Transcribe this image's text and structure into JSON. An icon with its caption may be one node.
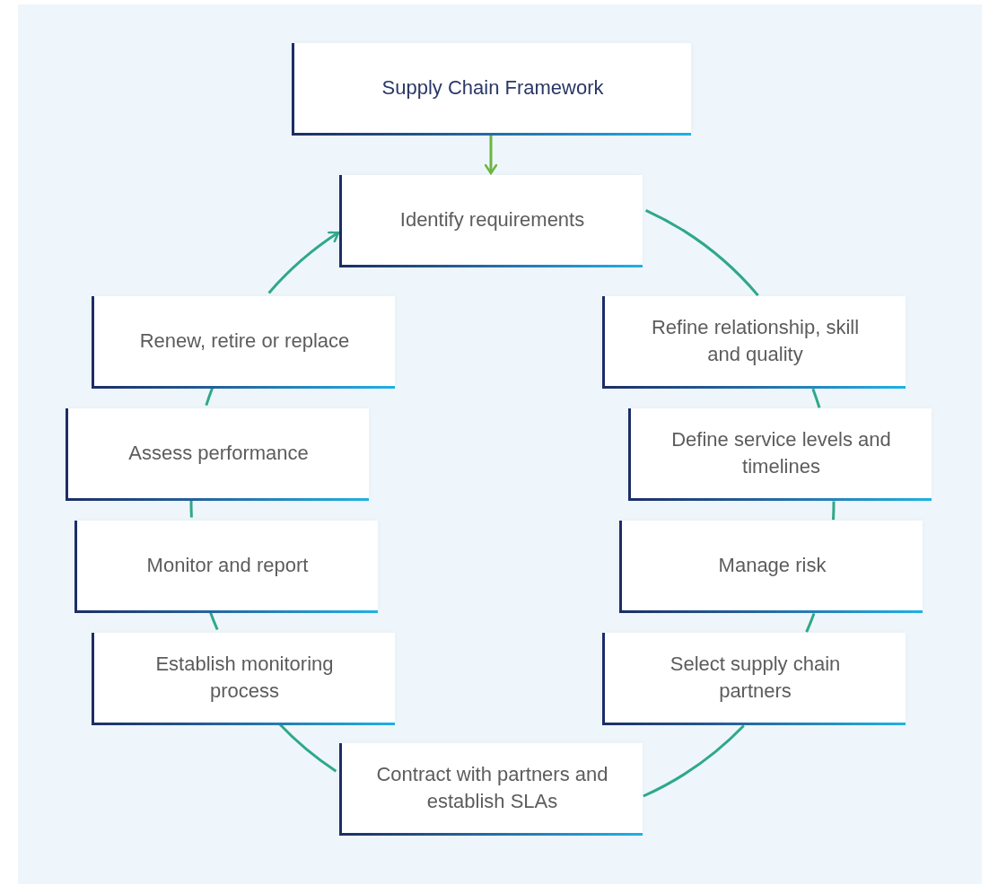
{
  "diagram": {
    "nodes": [
      {
        "text": [
          "Supply Chain Framework"
        ]
      },
      {
        "text": [
          "Identify requirements"
        ]
      },
      {
        "text": [
          "Renew, retire or replace"
        ]
      },
      {
        "text": [
          "Refine relationship, skill and quality"
        ]
      },
      {
        "text": [
          "Assess performance"
        ]
      },
      {
        "text": [
          "Define service levels and timelines"
        ]
      },
      {
        "text": [
          "Monitor and report"
        ]
      },
      {
        "text": [
          "Manage risk"
        ]
      },
      {
        "text": [
          "Establish monitoring process"
        ]
      },
      {
        "text": [
          "Select supply chain partners"
        ]
      },
      {
        "text": [
          "Contract with partners and establish SLAs"
        ]
      }
    ],
    "edges": [
      {
        "from": 0,
        "to": 1,
        "arrow": "to",
        "color": "#6db543"
      },
      {
        "from": 1,
        "to": 3,
        "arrow": "none"
      },
      {
        "from": 3,
        "to": 5,
        "arrow": "none"
      },
      {
        "from": 5,
        "to": 7,
        "arrow": "none"
      },
      {
        "from": 7,
        "to": 9,
        "arrow": "none"
      },
      {
        "from": 9,
        "to": 10,
        "arrow": "none"
      },
      {
        "from": 10,
        "to": 8,
        "arrow": "none"
      },
      {
        "from": 8,
        "to": 6,
        "arrow": "none"
      },
      {
        "from": 6,
        "to": 4,
        "arrow": "none"
      },
      {
        "from": 4,
        "to": 2,
        "arrow": "none"
      },
      {
        "from": 2,
        "to": 1,
        "arrow": "to"
      }
    ]
  }
}
